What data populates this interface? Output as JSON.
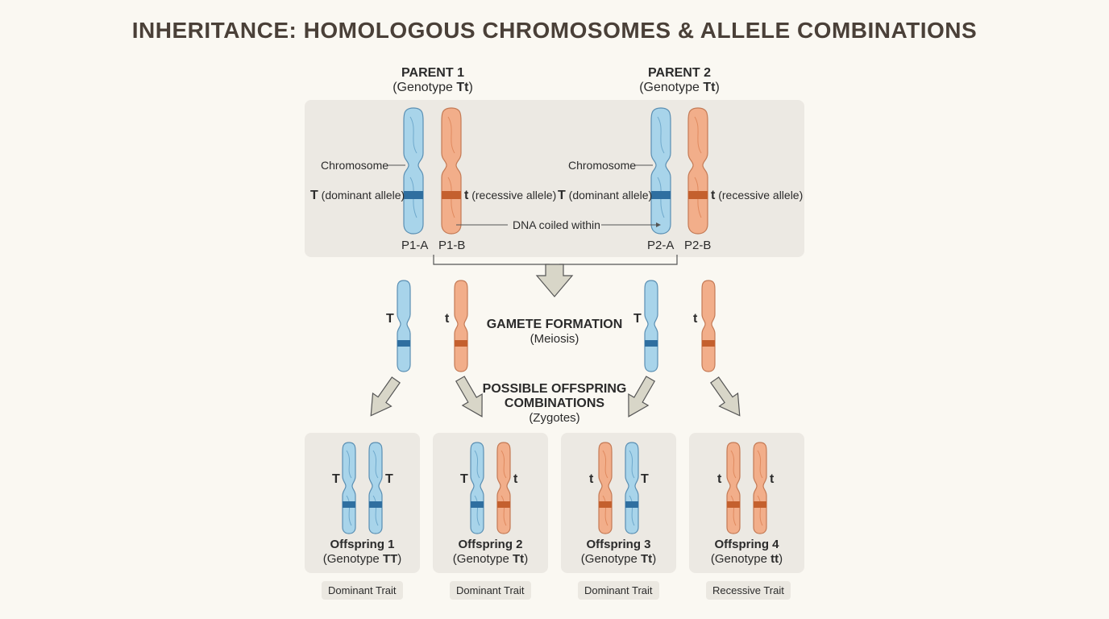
{
  "title": "INHERITANCE: HOMOLOGOUS CHROMOSOMES & ALLELE COMBINATIONS",
  "parents": [
    {
      "name": "PARENT 1",
      "genotype_prefix": "(Genotype ",
      "genotype": "Tt",
      "genotype_suffix": ")",
      "chrom_a_label": "P1-A",
      "chrom_b_label": "P1-B",
      "callout": "Chromosome",
      "dominant_symbol": "T",
      "dominant_text": "(dominant allele)",
      "recessive_symbol": "t",
      "recessive_text": "(recessive allele)"
    },
    {
      "name": "PARENT 2",
      "genotype_prefix": "(Genotype ",
      "genotype": "Tt",
      "genotype_suffix": ")",
      "chrom_a_label": "P2-A",
      "chrom_b_label": "P2-B",
      "callout": "Chromosome",
      "dominant_symbol": "T",
      "dominant_text": "(dominant allele)",
      "recessive_symbol": "t",
      "recessive_text": "(recessive allele)"
    }
  ],
  "dna_label": "DNA coiled within",
  "gamete": {
    "heading": "GAMETE FORMATION",
    "sub": "(Meiosis)",
    "alleles": [
      "T",
      "t",
      "T",
      "t"
    ]
  },
  "offspring_heading": {
    "line1": "POSSIBLE OFFSPRING",
    "line2": "COMBINATIONS",
    "sub": "(Zygotes)"
  },
  "offspring": [
    {
      "name": "Offspring 1",
      "genotype_prefix": "(Genotype ",
      "genotype": "TT",
      "genotype_suffix": ")",
      "alleles": [
        "T",
        "T"
      ],
      "trait": "Dominant Trait"
    },
    {
      "name": "Offspring 2",
      "genotype_prefix": "(Genotype ",
      "genotype": "Tt",
      "genotype_suffix": ")",
      "alleles": [
        "T",
        "t"
      ],
      "trait": "Dominant Trait"
    },
    {
      "name": "Offspring 3",
      "genotype_prefix": "(Genotype ",
      "genotype": "Tt",
      "genotype_suffix": ")",
      "alleles": [
        "t",
        "T"
      ],
      "trait": "Dominant Trait"
    },
    {
      "name": "Offspring 4",
      "genotype_prefix": "(Genotype ",
      "genotype": "tt",
      "genotype_suffix": ")",
      "alleles": [
        "t",
        "t"
      ],
      "trait": "Recessive Trait"
    }
  ],
  "colors": {
    "dominant": "#a8d4ea",
    "dominant_band": "#2f6fa0",
    "recessive": "#f2ae8a",
    "recessive_band": "#c4602e",
    "panel": "#ece9e3",
    "arrow": "#d8d6c8"
  }
}
